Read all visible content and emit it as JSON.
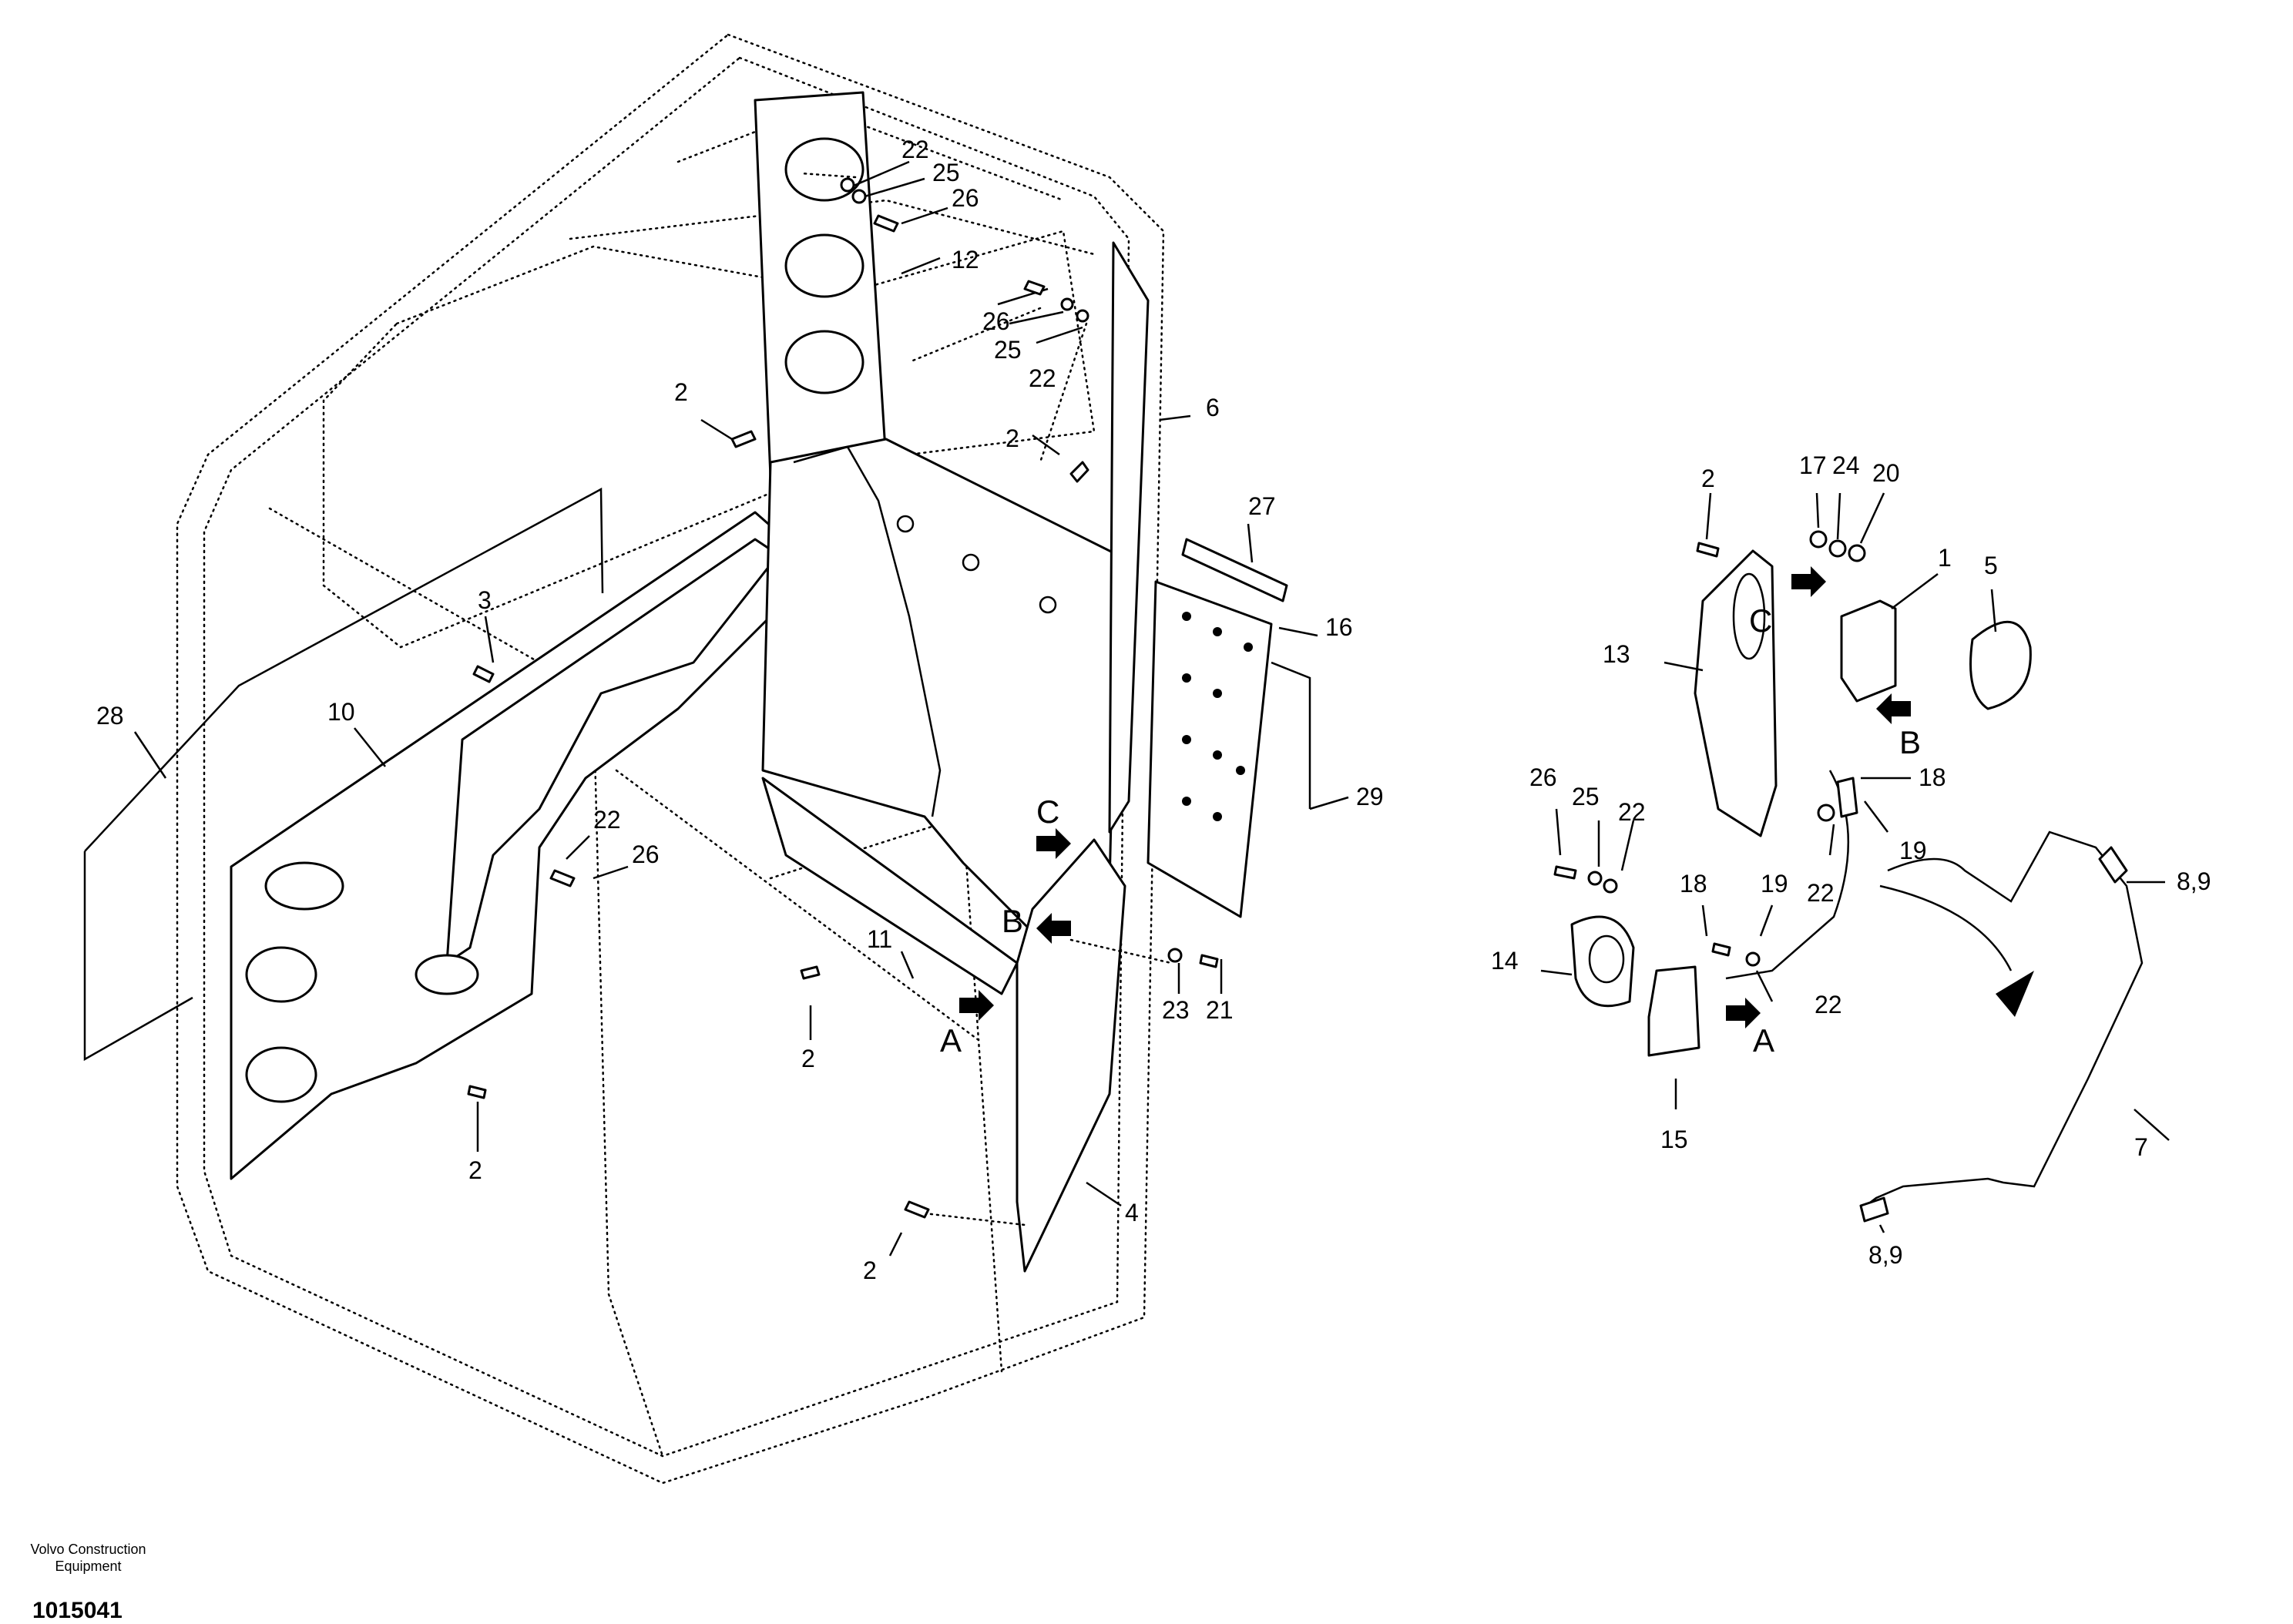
{
  "callouts": {
    "c22_top": "22",
    "c25_top": "25",
    "c26_top": "26",
    "c12": "12",
    "c26_mid": "26",
    "c25_mid": "25",
    "c22_mid": "22",
    "c6": "6",
    "c2_top": "2",
    "c2_topright": "2",
    "c27": "27",
    "c16": "16",
    "c3": "3",
    "c28": "28",
    "c10": "10",
    "c22_left": "22",
    "c26_left": "26",
    "c29": "29",
    "c2_bottom_mid": "2",
    "c11": "11",
    "c23": "23",
    "c21": "21",
    "c2_left_bottom": "2",
    "c2_bottom": "2",
    "c4": "4",
    "d2": "2",
    "d17": "17",
    "d24": "24",
    "d20": "20",
    "d1": "1",
    "d5": "5",
    "d13": "13",
    "d18_top": "18",
    "d19_top": "19",
    "d26": "26",
    "d25": "25",
    "d22_left": "22",
    "d18_mid": "18",
    "d19_mid": "19",
    "d22_mid": "22",
    "d14": "14",
    "d22_right": "22",
    "d15": "15",
    "d89_top": "8,9",
    "d7": "7",
    "d89_bottom": "8,9"
  },
  "letters": {
    "l_c_main": "C",
    "l_b_main": "B",
    "l_a_main": "A",
    "l_c_detail": "C",
    "l_b_detail": "B",
    "l_a_detail": "A"
  },
  "footer": {
    "company_line1": "Volvo Construction",
    "company_line2": "Equipment",
    "figure_number": "1015041"
  }
}
